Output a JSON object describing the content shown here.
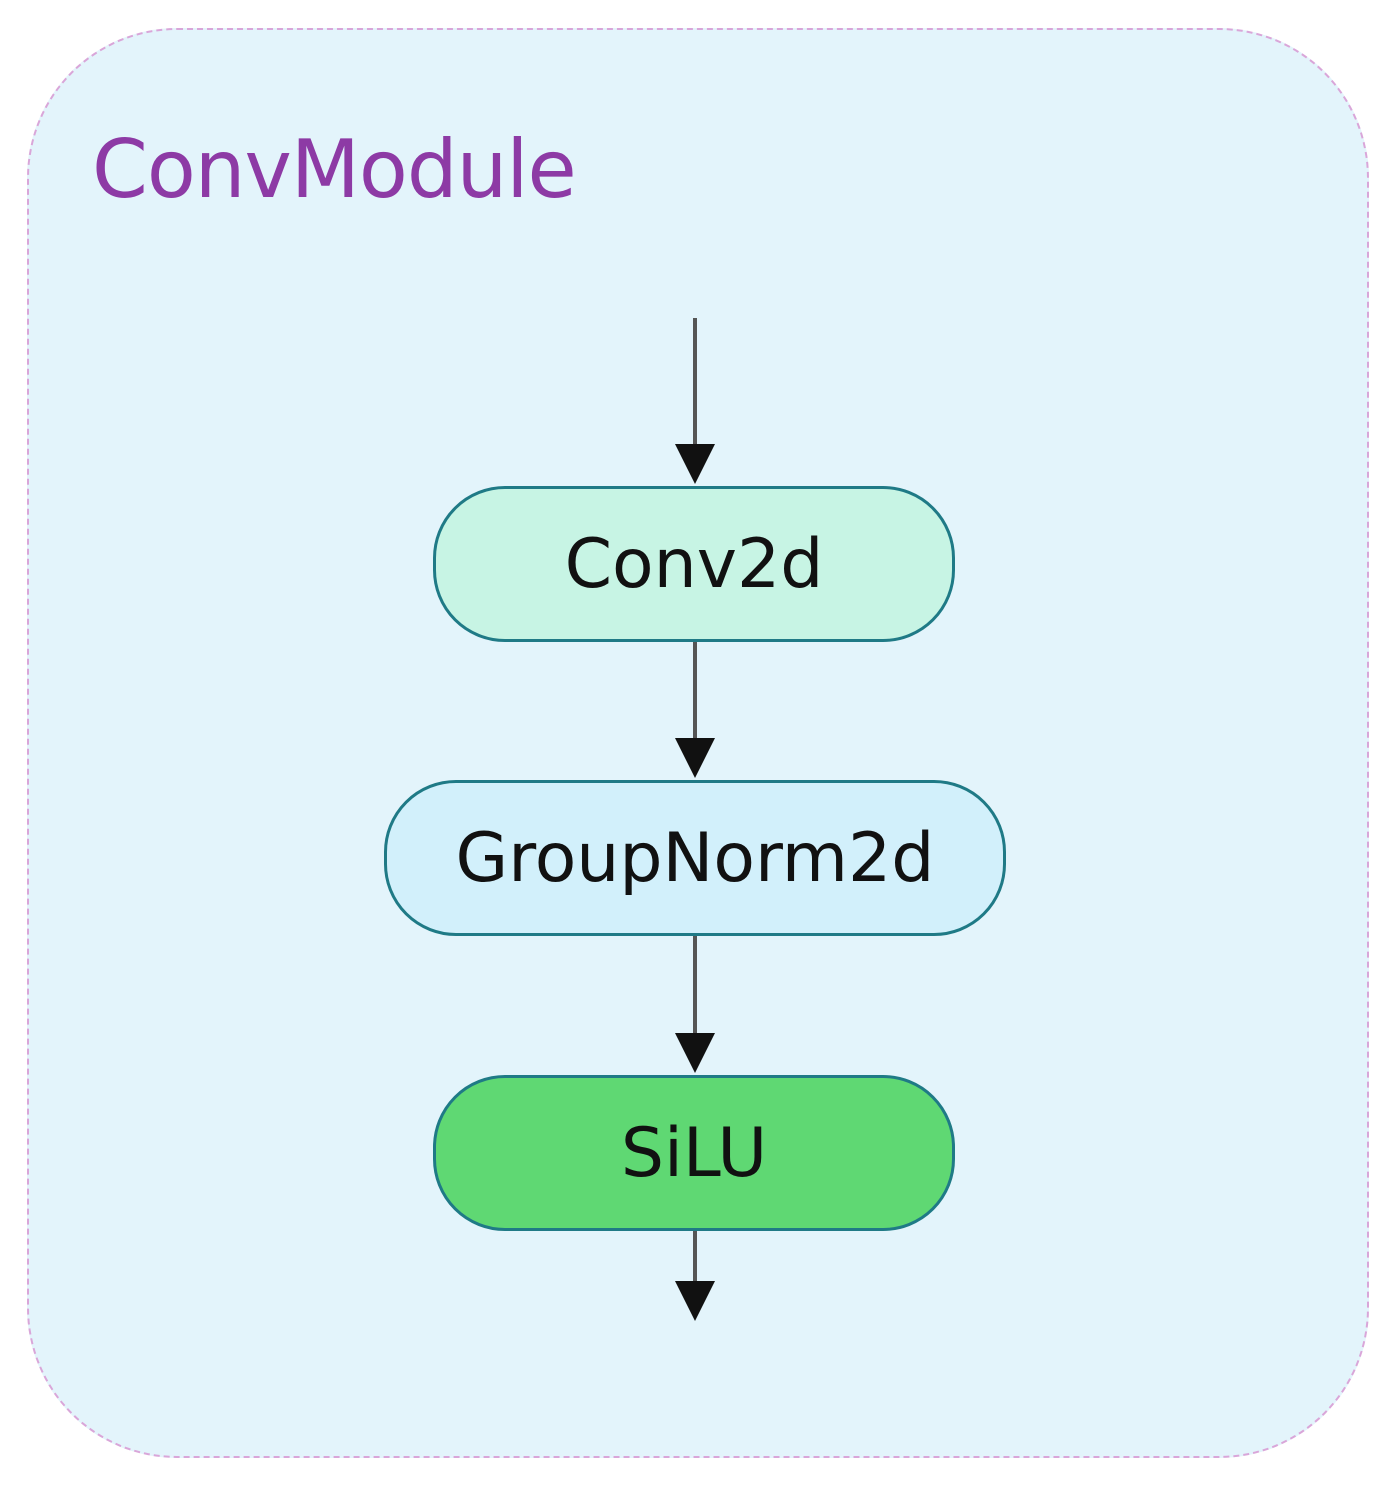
{
  "module": {
    "title": "ConvModule"
  },
  "nodes": [
    {
      "label": "Conv2d",
      "fill": "#c7f4e4"
    },
    {
      "label": "GroupNorm2d",
      "fill": "#d2f0fb"
    },
    {
      "label": "SiLU",
      "fill": "#5fd873"
    }
  ],
  "colors": {
    "frame_border": "#d9a6d9",
    "frame_fill": "#e3f4fb",
    "title_text": "#8d3aa5",
    "node_border": "#1f7a86",
    "arrow": "#555555"
  }
}
